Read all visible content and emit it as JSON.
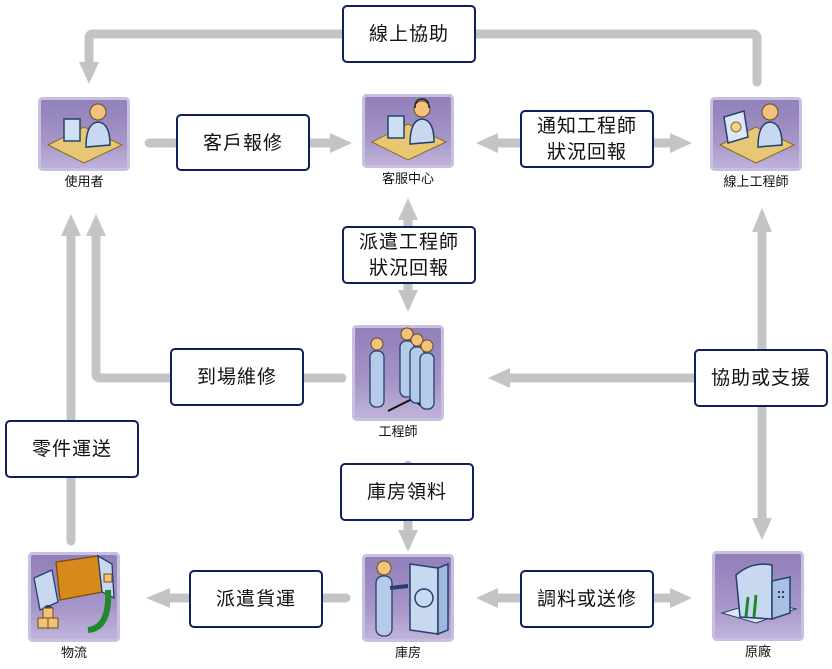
{
  "colors": {
    "connector": "#c4c4c4",
    "box_border": "#0f1f5a",
    "tile_purple": "#9a89c0"
  },
  "nodes": {
    "user": {
      "label": "使用者",
      "icon": "user-at-computer-icon"
    },
    "service_center": {
      "label": "客服中心",
      "icon": "call-center-agent-icon"
    },
    "online_engineer": {
      "label": "線上工程師",
      "icon": "designer-at-computer-icon"
    },
    "engineer": {
      "label": "工程師",
      "icon": "team-of-people-icon"
    },
    "logistics": {
      "label": "物流",
      "icon": "delivery-truck-icon"
    },
    "warehouse": {
      "label": "庫房",
      "icon": "person-at-safe-icon"
    },
    "manufacturer": {
      "label": "原廠",
      "icon": "office-building-icon"
    }
  },
  "edges": {
    "online_help": "線上協助",
    "customer_report": "客戶報修",
    "notify_engineer": "通知工程師\n狀況回報",
    "dispatch_engineer": "派遣工程師\n狀況回報",
    "onsite_repair": "到場維修",
    "assist_support": "協助或支援",
    "parts_delivery": "零件運送",
    "warehouse_pickup": "庫房領料",
    "dispatch_freight": "派遣貨運",
    "transfer_or_repair": "調料或送修"
  }
}
